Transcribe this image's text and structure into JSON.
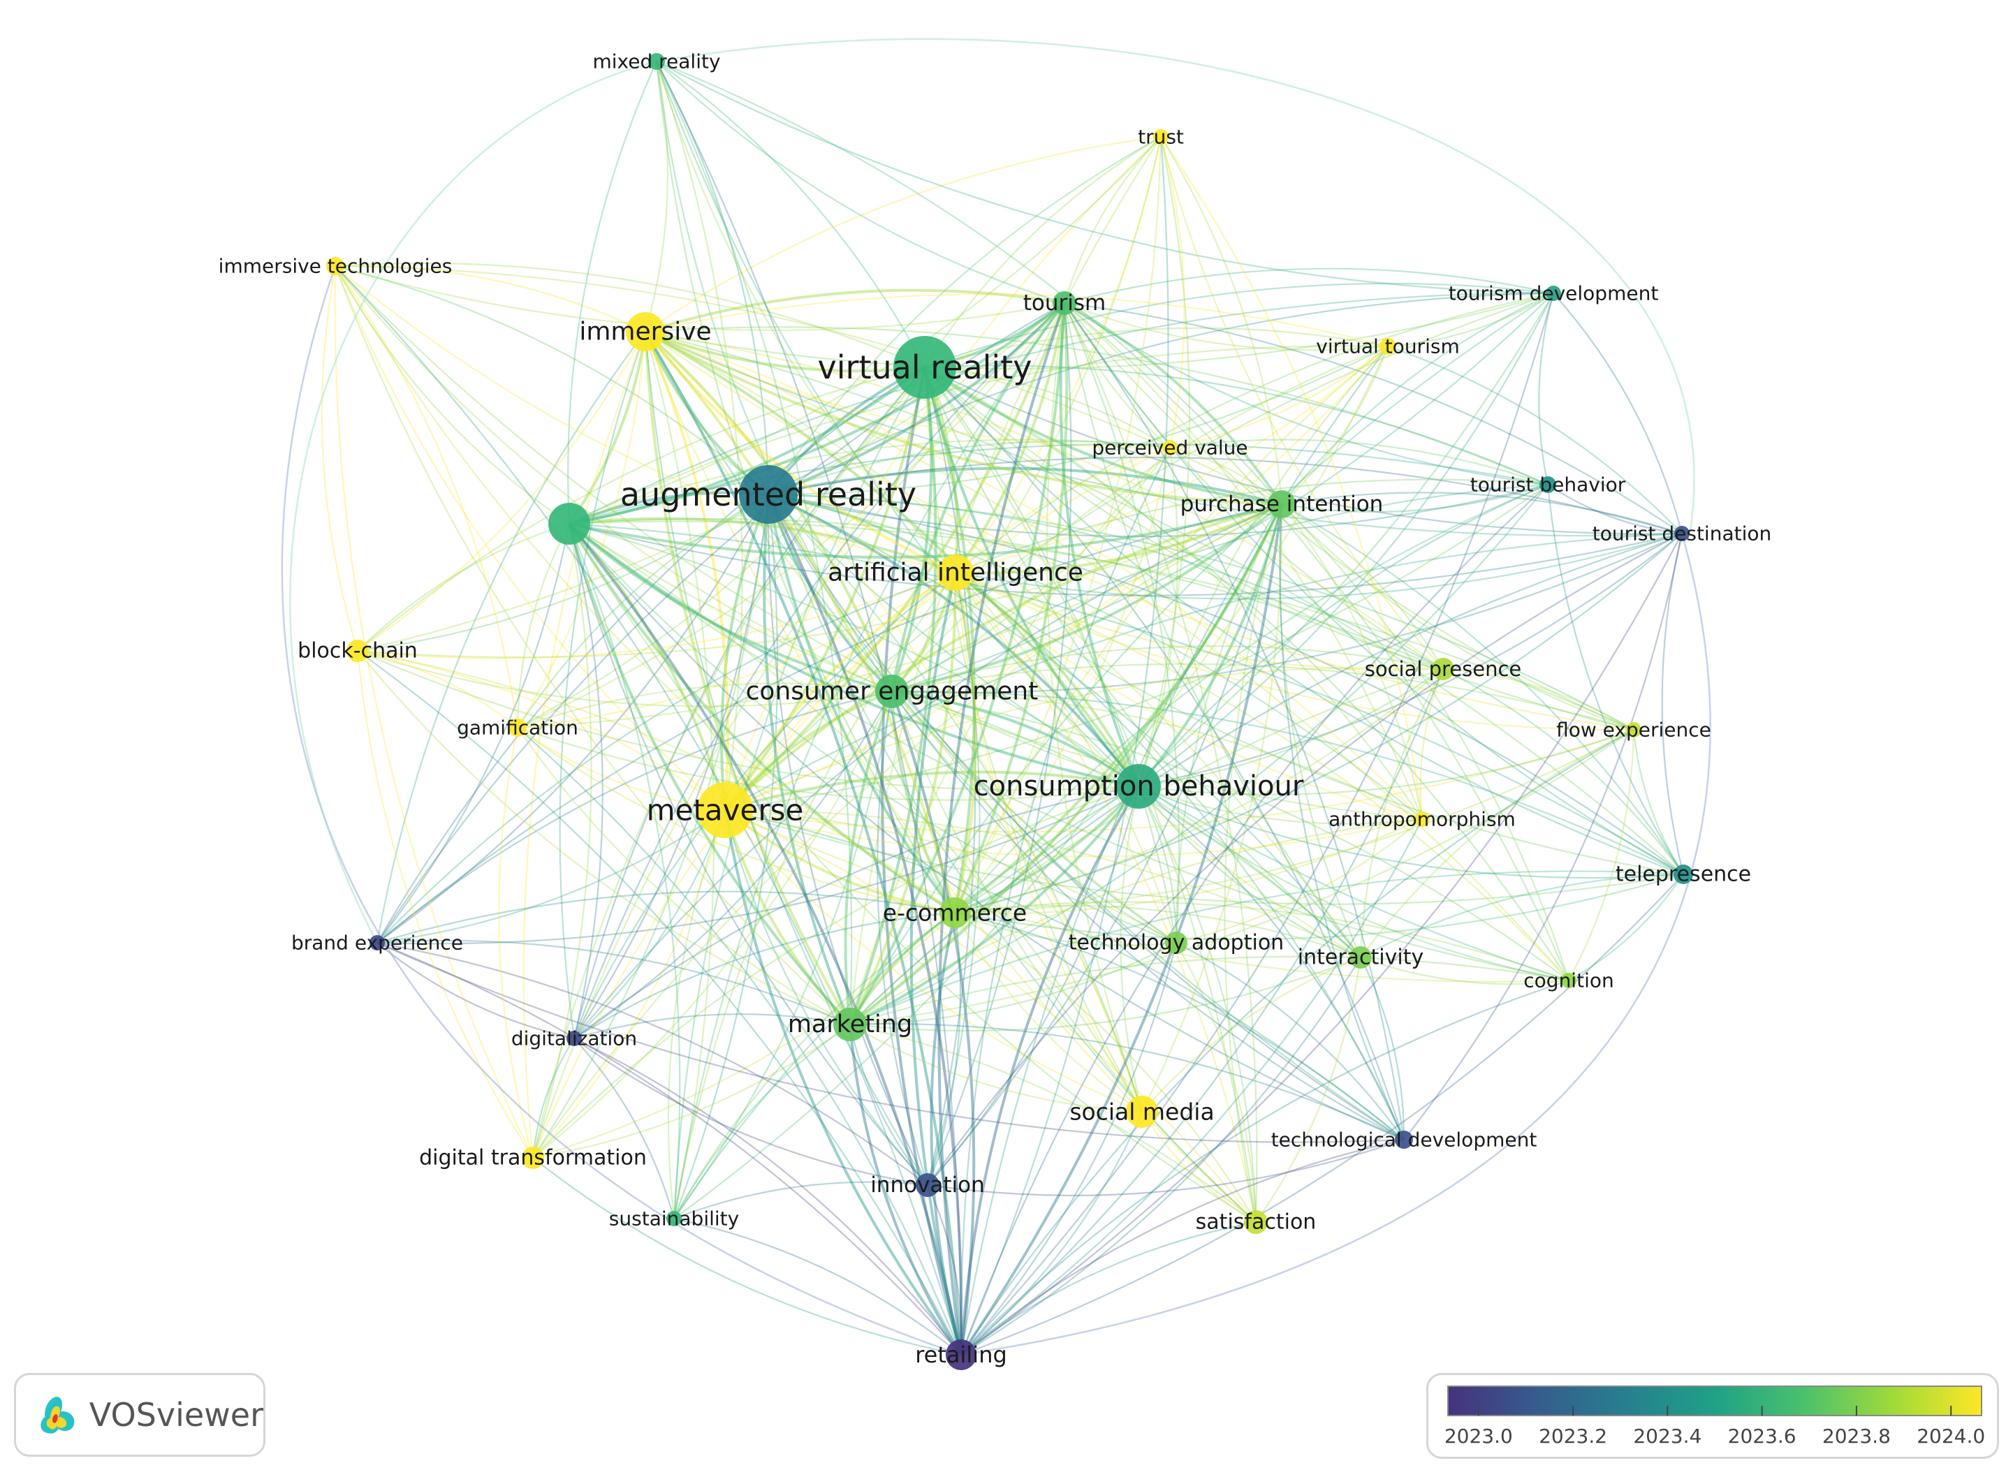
{
  "nodes": [
    {
      "id": "mixed-reality",
      "label": "mixed reality",
      "year": 2023.6
    },
    {
      "id": "trust",
      "label": "trust",
      "year": 2024.0
    },
    {
      "id": "immersive-technologies",
      "label": "immersive technologies",
      "year": 2024.0
    },
    {
      "id": "immersive",
      "label": "immersive",
      "year": 2024.0
    },
    {
      "id": "tourism",
      "label": "tourism",
      "year": 2023.65
    },
    {
      "id": "virtual-reality",
      "label": "virtual reality",
      "year": 2023.6
    },
    {
      "id": "tourism-development",
      "label": "tourism development",
      "year": 2023.5
    },
    {
      "id": "virtual-tourism",
      "label": "virtual tourism",
      "year": 2024.0
    },
    {
      "id": "perceived-value",
      "label": "perceived value",
      "year": 2024.0
    },
    {
      "id": "augmented-reality",
      "label": "augmented reality",
      "year": 2023.35
    },
    {
      "id": "unlabeled-node",
      "label": "",
      "year": 2023.6
    },
    {
      "id": "purchase-intention",
      "label": "purchase intention",
      "year": 2023.7
    },
    {
      "id": "tourist-behavior",
      "label": "tourist behavior",
      "year": 2023.45
    },
    {
      "id": "tourist-destination",
      "label": "tourist destination",
      "year": 2023.1
    },
    {
      "id": "artificial-intelligence",
      "label": "artificial intelligence",
      "year": 2024.0
    },
    {
      "id": "block-chain",
      "label": "block-chain",
      "year": 2024.0
    },
    {
      "id": "consumer-engagement",
      "label": "consumer engagement",
      "year": 2023.65
    },
    {
      "id": "social-presence",
      "label": "social presence",
      "year": 2023.85
    },
    {
      "id": "gamification",
      "label": "gamification",
      "year": 2024.0
    },
    {
      "id": "flow-experience",
      "label": "flow experience",
      "year": 2023.9
    },
    {
      "id": "metaverse",
      "label": "metaverse",
      "year": 2024.0
    },
    {
      "id": "consumption-behaviour",
      "label": "consumption behaviour",
      "year": 2023.55
    },
    {
      "id": "anthropomorphism",
      "label": "anthropomorphism",
      "year": 2024.0
    },
    {
      "id": "telepresence",
      "label": "telepresence",
      "year": 2023.45
    },
    {
      "id": "e-commerce",
      "label": "e-commerce",
      "year": 2023.8
    },
    {
      "id": "brand-experience",
      "label": "brand experience",
      "year": 2023.05
    },
    {
      "id": "technology-adoption",
      "label": "technology adoption",
      "year": 2023.75
    },
    {
      "id": "interactivity",
      "label": "interactivity",
      "year": 2023.75
    },
    {
      "id": "cognition",
      "label": "cognition",
      "year": 2023.8
    },
    {
      "id": "digitalization",
      "label": "digitalization",
      "year": 2023.05
    },
    {
      "id": "marketing",
      "label": "marketing",
      "year": 2023.7
    },
    {
      "id": "social-media",
      "label": "social media",
      "year": 2024.0
    },
    {
      "id": "technological-development",
      "label": "technological development",
      "year": 2023.1
    },
    {
      "id": "digital-transformation",
      "label": "digital transformation",
      "year": 2024.0
    },
    {
      "id": "innovation",
      "label": "innovation",
      "year": 2023.1
    },
    {
      "id": "sustainability",
      "label": "sustainability",
      "year": 2023.6
    },
    {
      "id": "satisfaction",
      "label": "satisfaction",
      "year": 2023.9
    },
    {
      "id": "retailing",
      "label": "retailing",
      "year": 2022.95
    }
  ],
  "legend": {
    "ticks": [
      "2023.0",
      "2023.2",
      "2023.4",
      "2023.6",
      "2023.8",
      "2024.0"
    ],
    "tick_values": [
      2023.0,
      2023.2,
      2023.4,
      2023.6,
      2023.8,
      2024.0
    ],
    "colors": [
      "#46327e",
      "#365c8d",
      "#277f8e",
      "#1fa187",
      "#4ac16d",
      "#a0da39",
      "#fde725"
    ]
  },
  "logo": {
    "text": "VOSviewer"
  }
}
